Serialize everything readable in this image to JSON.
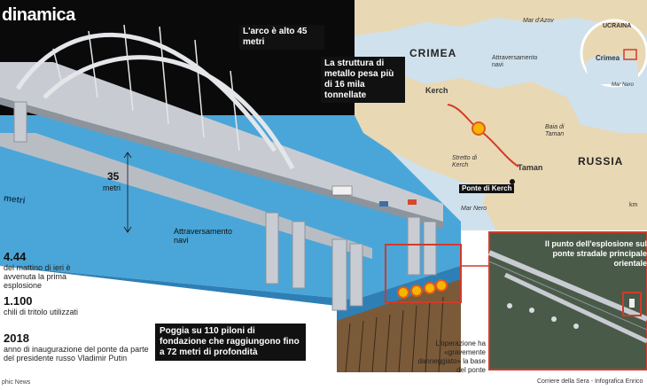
{
  "headline": "dinamica",
  "callouts": {
    "arch_height": "L'arco è alto 45 metri",
    "metal_structure": "La struttura di metallo pesa più di 16 mila tonnellate",
    "pillars": "Poggia su 110 piloni di fondazione che raggiungono fino a 72 metri di profondità"
  },
  "dimension": {
    "value": "35",
    "unit": "metri",
    "side_label": "metri"
  },
  "water_crossing": "Attraversamento navi",
  "stats": [
    {
      "value": "4.44",
      "desc": "del mattino di ieri è avvenuta la prima esplosione"
    },
    {
      "value": "1.100",
      "desc": "chili di tritolo utilizzati"
    },
    {
      "value": "2018",
      "desc": "anno di inaugurazione del ponte da parte del presidente russo Vladimir Putin"
    }
  ],
  "map": {
    "labels": {
      "crimea": "CRIMEA",
      "russia": "RUSSIA",
      "mar_azov": "Mar d'Azov",
      "ucraina": "UCRAINA",
      "crimea_small": "Crimea",
      "mar_nero_small": "Mar Nero",
      "kerch": "Kerch",
      "taman": "Taman",
      "attraversamento": "Attraversamento navi",
      "baia": "Baia di Taman",
      "stretto": "Stretto di Kerch",
      "mar_nero": "Mar Nero",
      "ponte": "Ponte di Kerch",
      "km": "km"
    }
  },
  "satellite_caption": "Il punto dell'esplosione sul ponte stradale principale orientale",
  "damage_note": "L'operazione ha «gravemente danneggiato» la base del ponte",
  "credits": {
    "left": "phic News",
    "right": "Corriere della Sera - Infografica Enrico"
  },
  "colors": {
    "sky": "#0a0a0a",
    "water": "#4aa6d8",
    "water_dark": "#2e7fb5",
    "bridge": "#d9dce0",
    "highlight": "#d23a2a",
    "land": "#e9d8b4",
    "sea_map": "#cfe1ec"
  }
}
